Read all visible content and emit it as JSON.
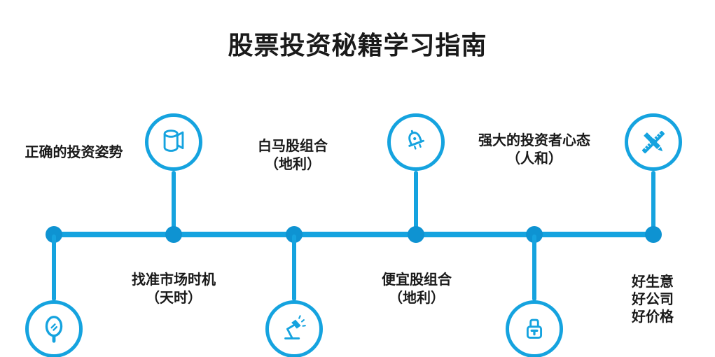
{
  "title": "股票投资秘籍学习指南",
  "colors": {
    "accent": "#15a3df",
    "dot": "#0e93d2",
    "text": "#1a1a1a"
  },
  "timeline": {
    "orientation": "horizontal",
    "nodes": [
      {
        "label_lines": [
          "正确的投资姿势"
        ],
        "icon": "hand-mirror-icon",
        "circle_position": "below-line",
        "label_position": "above-line"
      },
      {
        "label_lines": [
          "找准市场时机",
          "（天时）"
        ],
        "icon": "paper-roll-icon",
        "circle_position": "above-line",
        "label_position": "below-line"
      },
      {
        "label_lines": [
          "白马股组合",
          "（地利）"
        ],
        "icon": "desk-lamp-icon",
        "circle_position": "below-line",
        "label_position": "above-line"
      },
      {
        "label_lines": [
          "便宜股组合",
          "（地利）"
        ],
        "icon": "bell-icon",
        "circle_position": "above-line",
        "label_position": "below-line"
      },
      {
        "label_lines": [
          "强大的投资者心态",
          "（人和）"
        ],
        "icon": "padlock-icon",
        "circle_position": "below-line",
        "label_position": "above-line"
      },
      {
        "label_lines": [
          "好生意",
          "好公司",
          "好价格"
        ],
        "icon": "pencil-ruler-icon",
        "circle_position": "above-line",
        "label_position": "below-line"
      }
    ]
  }
}
